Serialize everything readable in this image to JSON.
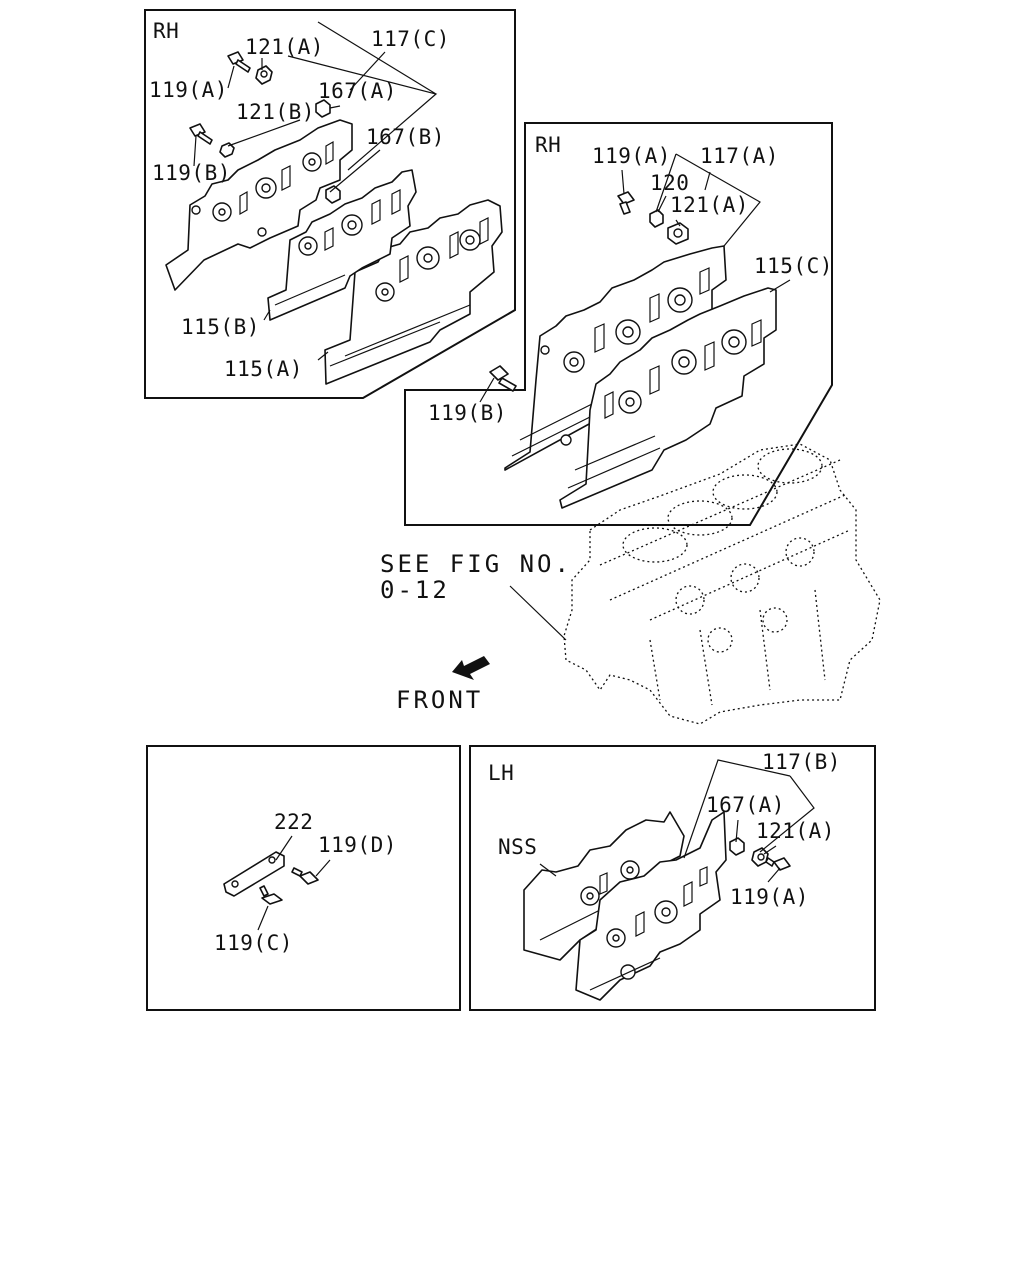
{
  "panels": {
    "rh_top": {
      "side_label": "RH",
      "callouts": [
        "121(A)",
        "117(C)",
        "119(A)",
        "167(A)",
        "121(B)",
        "167(B)",
        "119(B)",
        "115(B)",
        "115(A)"
      ]
    },
    "rh_middle": {
      "side_label": "RH",
      "callouts": [
        "119(A)",
        "117(A)",
        "120",
        "121(A)",
        "115(C)",
        "119(B)"
      ]
    },
    "bracket": {
      "callouts": [
        "222",
        "119(D)",
        "119(C)"
      ]
    },
    "lh": {
      "side_label": "LH",
      "callouts": [
        "117(B)",
        "NSS",
        "167(A)",
        "121(A)",
        "119(A)"
      ]
    }
  },
  "reference": {
    "line1": "SEE FIG NO.",
    "line2": "0-12"
  },
  "direction": {
    "label": "FRONT",
    "icon": "front-arrow-icon"
  }
}
